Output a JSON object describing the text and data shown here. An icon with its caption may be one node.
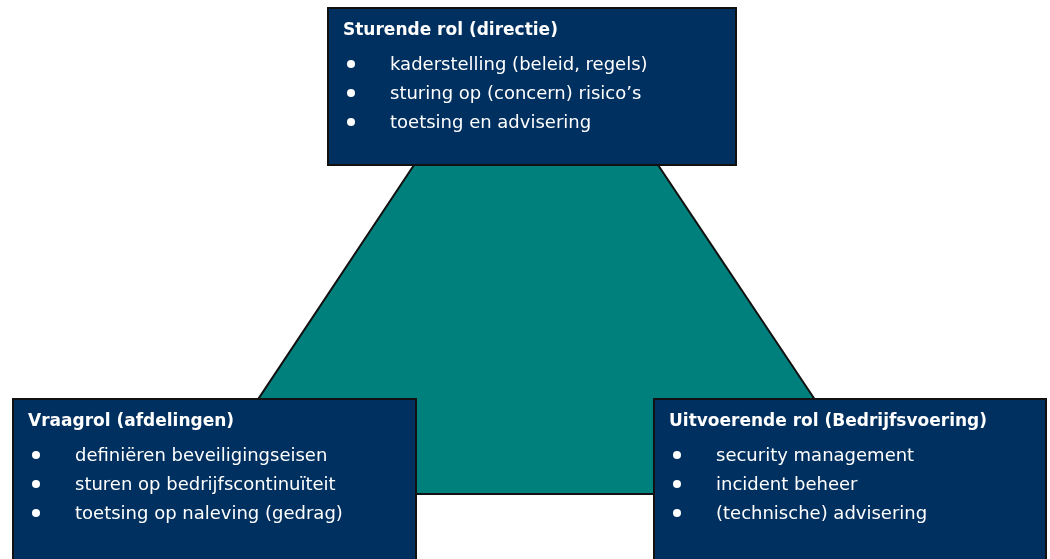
{
  "diagram": {
    "nodes": [
      {
        "text": [
          "Sturende rol (directie)",
          "kaderstelling (beleid, regels)",
          "sturing op (concern) risico’s",
          "toetsing en advisering"
        ]
      },
      {
        "text": [
          "Vraagrol (afdelingen)",
          "definiëren beveiligingseisen",
          "sturen op bedrijfscontinuïteit",
          "toetsing op naleving (gedrag)"
        ]
      },
      {
        "text": [
          "Uitvoerende rol (Bedrijfsvoering)",
          "security management",
          "incident beheer",
          "(technische) advisering"
        ]
      }
    ]
  }
}
